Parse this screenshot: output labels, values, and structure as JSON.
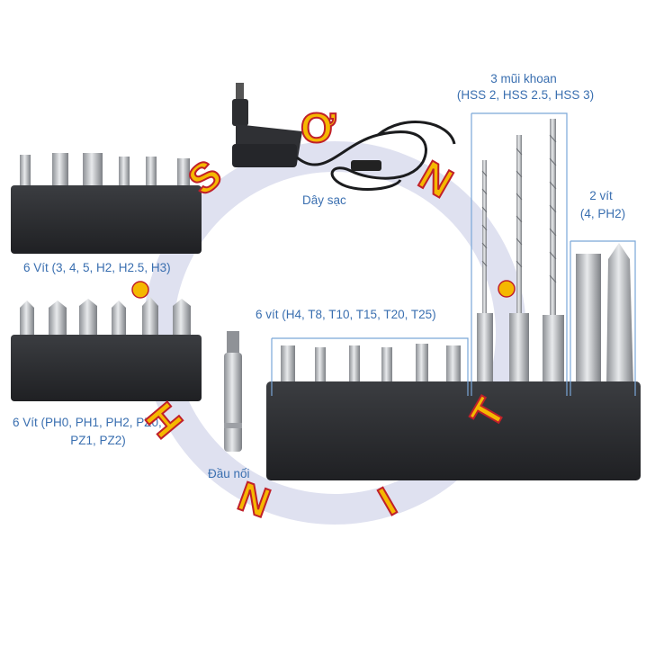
{
  "labels": {
    "charger": "Dây sạc",
    "drills_line1": "3 mũi khoan",
    "drills_line2": "(HSS 2, HSS 2.5, HSS 3)",
    "two_bits_line1": "2 vít",
    "two_bits_line2": "(4, PH2)",
    "slotted_bits": "6 Vít (3, 4, 5, H2, H2.5, H3)",
    "torx_bits": "6 vít (H4, T8, T10, T15, T20, T25)",
    "phillips_line1": "6 Vít (PH0, PH1, PH2, PZ0,",
    "phillips_line2": "PZ1, PZ2)",
    "adapter": "Đầu nối"
  },
  "watermark": {
    "letters": [
      "S",
      "Ơ",
      "N",
      "T",
      "I",
      "N",
      "H"
    ],
    "fill_color": "#f5b800",
    "stroke_color": "#c0202a",
    "ring_color": "#d9dcef"
  },
  "colors": {
    "label": "#3a6fb0",
    "bracket": "#7aa6d8",
    "holder": "#2e3033",
    "metal": "#b9bcc0"
  }
}
